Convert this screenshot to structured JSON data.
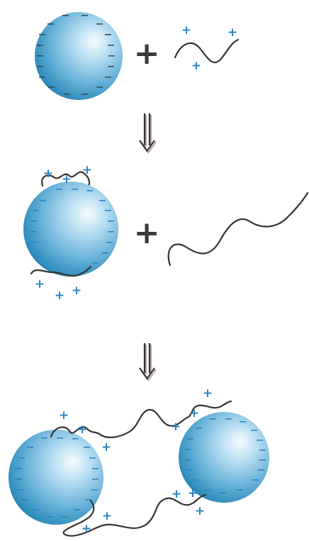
{
  "symbols": {
    "plus_operator": "+",
    "positive_charge": "+",
    "negative_charge": "–"
  },
  "colors": {
    "sphere_highlight": "#f4fbff",
    "sphere_mid": "#8ec8e6",
    "sphere_edge": "#2f8dbd",
    "sphere_dark": "#1d6f9c",
    "negative_charge": "#3a4a55",
    "positive_charge": "#2a86c0",
    "polymer": "#333333",
    "operator": "#3a3a3a",
    "arrow_shadow": "#b9a8a8"
  },
  "icons": {
    "sphere": "colloid-particle",
    "polymer": "polymer-chain",
    "arrow": "double-down-arrow"
  }
}
